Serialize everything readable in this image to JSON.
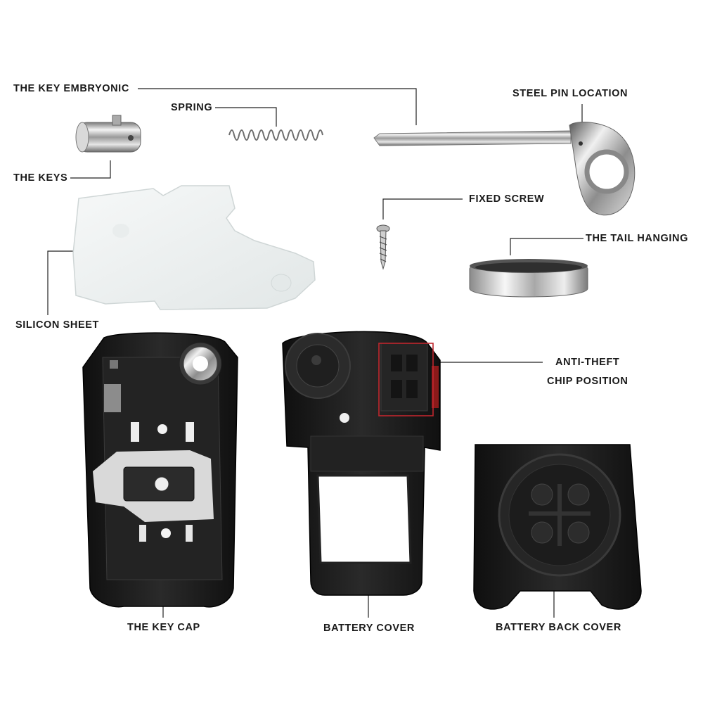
{
  "labels": {
    "key_embryonic": "THE KEY EMBRYONIC",
    "spring": "SPRING",
    "steel_pin_location": "STEEL PIN LOCATION",
    "the_keys": "THE KEYS",
    "fixed_screw": "FIXED SCREW",
    "tail_hanging": "THE TAIL HANGING",
    "silicon_sheet": "SILICON SHEET",
    "anti_theft_line1": "ANTI-THEFT",
    "anti_theft_line2": "CHIP POSITION",
    "key_cap": "THE KEY CAP",
    "battery_cover": "BATTERY COVER",
    "battery_back_cover": "BATTERY BACK COVER"
  },
  "colors": {
    "callout_line": "#222222",
    "highlight_box": "#c0262d",
    "shell_plastic": "#1c1c1c",
    "silicone": "#ecefef",
    "chrome": "#c9c9c9"
  }
}
